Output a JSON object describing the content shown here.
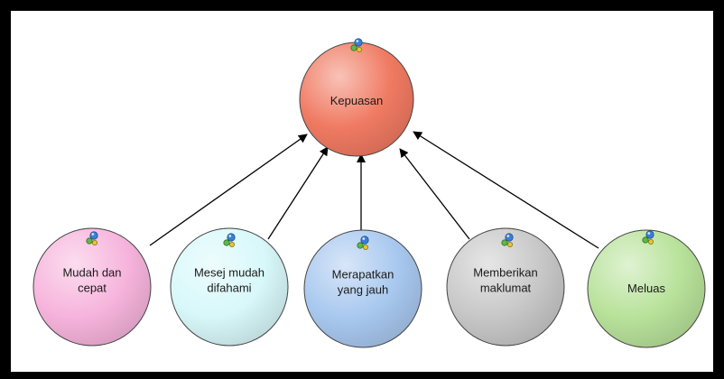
{
  "diagram": {
    "center": {
      "label_lines": [
        "Kepuasan"
      ],
      "fill": "#f07a62",
      "icon": "network-nodes-icon"
    },
    "factors": [
      {
        "id": "mudah-dan-cepat",
        "label_lines": [
          "Mudah dan",
          "cepat"
        ],
        "fill": "#f7b4dc",
        "icon": "network-nodes-icon"
      },
      {
        "id": "mesej-mudah-difahami",
        "label_lines": [
          "Mesej mudah",
          "difahami"
        ],
        "fill": "#d8f8fa",
        "icon": "network-nodes-icon"
      },
      {
        "id": "merapatkan-yang-jauh",
        "label_lines": [
          "Merapatkan",
          "yang jauh"
        ],
        "fill": "#a8c8ef",
        "icon": "network-nodes-icon"
      },
      {
        "id": "memberikan-maklumat",
        "label_lines": [
          "Memberikan",
          "maklumat"
        ],
        "fill": "#c8c8c8",
        "icon": "network-nodes-icon"
      },
      {
        "id": "meluas",
        "label_lines": [
          "Meluas"
        ],
        "fill": "#b8e29a",
        "icon": "network-nodes-icon"
      }
    ],
    "edge_color": "#000000",
    "frame_color": "#000000"
  }
}
